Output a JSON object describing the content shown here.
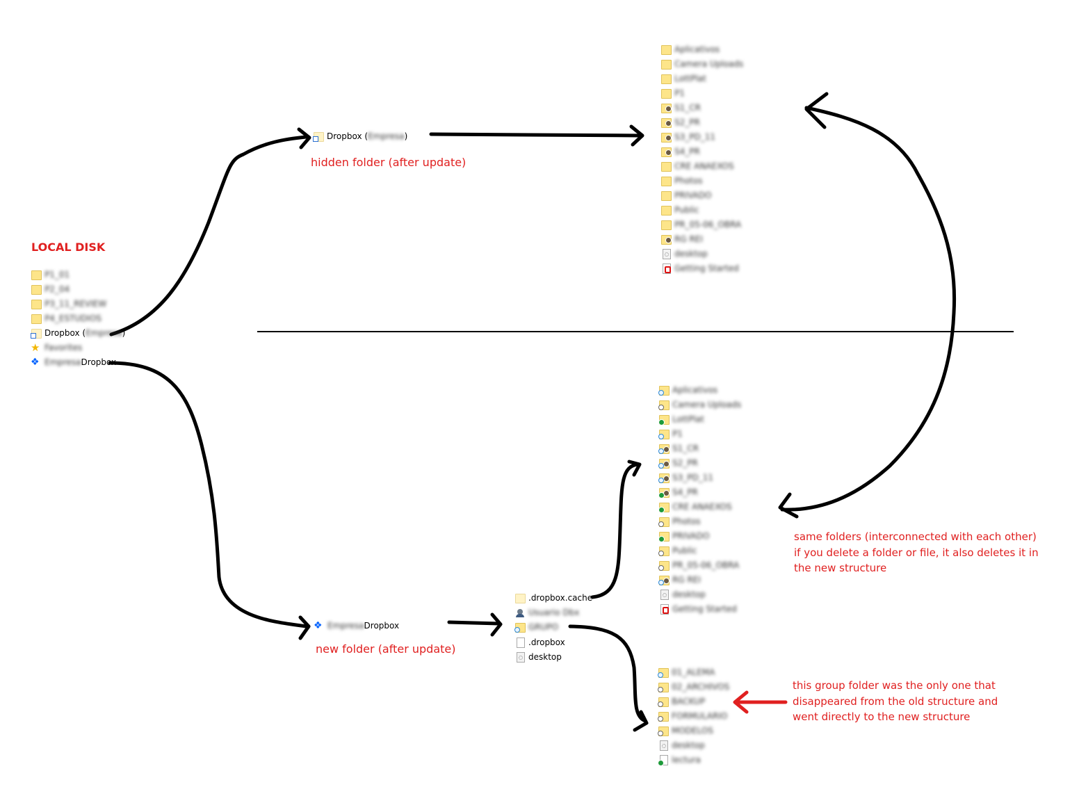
{
  "heading": "LOCAL DISK",
  "local_disk": {
    "items": [
      {
        "icon": "folder-icon",
        "text": "P1_01",
        "blurred": true
      },
      {
        "icon": "folder-icon",
        "text": "P2_04",
        "blurred": true
      },
      {
        "icon": "folder-icon",
        "text": "P3_11_REVIEW",
        "blurred": true
      },
      {
        "icon": "folder-icon",
        "text": "P4_ESTUDIOS",
        "blurred": true
      },
      {
        "icon": "dropbox-shortcut-icon",
        "prefix": "Dropbox (",
        "hidden": "Empresa",
        "suffix": ")"
      },
      {
        "icon": "star-icon",
        "text": "Favorites",
        "blurred": true
      },
      {
        "icon": "dropbox-icon",
        "hidden": "Empresa",
        "suffix": " Dropbox"
      }
    ]
  },
  "hidden_folder": {
    "prefix": "Dropbox (",
    "hidden": "Empresa",
    "suffix": ")",
    "caption": "hidden folder (after update)"
  },
  "new_folder": {
    "hidden": "Empresa",
    "suffix": " Dropbox",
    "caption": "new folder (after update)"
  },
  "new_folder_contents": [
    {
      "icon": "folder-pale-icon",
      "text": ".dropbox.cache",
      "blurred": false
    },
    {
      "icon": "user-folder-icon",
      "text": "Usuario Dbx",
      "blurred": true
    },
    {
      "icon": "folder-synced-icon",
      "text": "GRUPO",
      "blurred": true
    },
    {
      "icon": "file-icon",
      "text": ".dropbox",
      "blurred": false
    },
    {
      "icon": "settings-file-icon",
      "text": "desktop",
      "blurred": false
    }
  ],
  "old_structure": [
    {
      "icon": "folder-icon",
      "text": "Aplicativos"
    },
    {
      "icon": "folder-icon",
      "text": "Camera Uploads"
    },
    {
      "icon": "folder-icon",
      "text": "LottPlat"
    },
    {
      "icon": "folder-icon",
      "text": "P1"
    },
    {
      "icon": "shared-folder-icon",
      "text": "S1_CR"
    },
    {
      "icon": "shared-folder-icon",
      "text": "S2_PR"
    },
    {
      "icon": "shared-folder-icon",
      "text": "S3_PD_11"
    },
    {
      "icon": "shared-folder-icon",
      "text": "S4_PR"
    },
    {
      "icon": "folder-icon",
      "text": "CRE ANAEXOS"
    },
    {
      "icon": "folder-icon",
      "text": "Photos"
    },
    {
      "icon": "folder-icon",
      "text": "PRIVADO"
    },
    {
      "icon": "folder-icon",
      "text": "Public"
    },
    {
      "icon": "folder-icon",
      "text": "PR_05-06_OBRA"
    },
    {
      "icon": "shared-folder-icon",
      "text": "RG REI"
    },
    {
      "icon": "settings-file-icon",
      "text": "desktop"
    },
    {
      "icon": "pdf-icon",
      "text": "Getting Started"
    }
  ],
  "new_structure": [
    {
      "icon": "folder-icon",
      "badge": "cloud",
      "text": "Aplicativos"
    },
    {
      "icon": "folder-icon",
      "badge": "sync",
      "text": "Camera Uploads"
    },
    {
      "icon": "folder-icon",
      "badge": "ok",
      "text": "LottPlat"
    },
    {
      "icon": "folder-icon",
      "badge": "cloud",
      "text": "P1"
    },
    {
      "icon": "shared-folder-icon",
      "badge": "cloud",
      "text": "S1_CR"
    },
    {
      "icon": "shared-folder-icon",
      "badge": "cloud",
      "text": "S2_PR"
    },
    {
      "icon": "shared-folder-icon",
      "badge": "cloud",
      "text": "S3_PD_11"
    },
    {
      "icon": "shared-folder-icon",
      "badge": "ok",
      "text": "S4_PR"
    },
    {
      "icon": "folder-icon",
      "badge": "ok",
      "text": "CRE ANAEXOS"
    },
    {
      "icon": "folder-icon",
      "badge": "sync",
      "text": "Photos"
    },
    {
      "icon": "folder-icon",
      "badge": "ok",
      "text": "PRIVADO"
    },
    {
      "icon": "folder-icon",
      "badge": "sync",
      "text": "Public"
    },
    {
      "icon": "folder-icon",
      "badge": "sync",
      "text": "PR_05-06_OBRA"
    },
    {
      "icon": "shared-folder-icon",
      "badge": "cloud",
      "text": "RG REI"
    },
    {
      "icon": "settings-file-icon",
      "badge": "",
      "text": "desktop"
    },
    {
      "icon": "pdf-icon",
      "badge": "",
      "text": "Getting Started"
    }
  ],
  "group_folder": [
    {
      "icon": "folder-icon",
      "badge": "cloud",
      "text": "01_ALEMA"
    },
    {
      "icon": "folder-icon",
      "badge": "sync",
      "text": "02_ARCHIVOS"
    },
    {
      "icon": "folder-icon",
      "badge": "sync",
      "text": "BACKUP"
    },
    {
      "icon": "folder-icon",
      "badge": "sync",
      "text": "FORMULARIO"
    },
    {
      "icon": "folder-icon",
      "badge": "sync",
      "text": "MODELOS"
    },
    {
      "icon": "settings-file-icon",
      "badge": "",
      "text": "desktop"
    },
    {
      "icon": "text-file-icon",
      "badge": "ok",
      "text": "lectura"
    }
  ],
  "notes": {
    "same_folders": [
      "same folders (interconnected with each other)",
      "if you delete a folder or file, it also deletes it in",
      "the new structure"
    ],
    "group_folder": [
      "this group folder was the only one that",
      "disappeared from the old structure and",
      "went directly to the new structure"
    ]
  },
  "colors": {
    "annotation_red": "#e02020",
    "arrow_black": "#000000",
    "folder_yellow": "#fde58a"
  }
}
